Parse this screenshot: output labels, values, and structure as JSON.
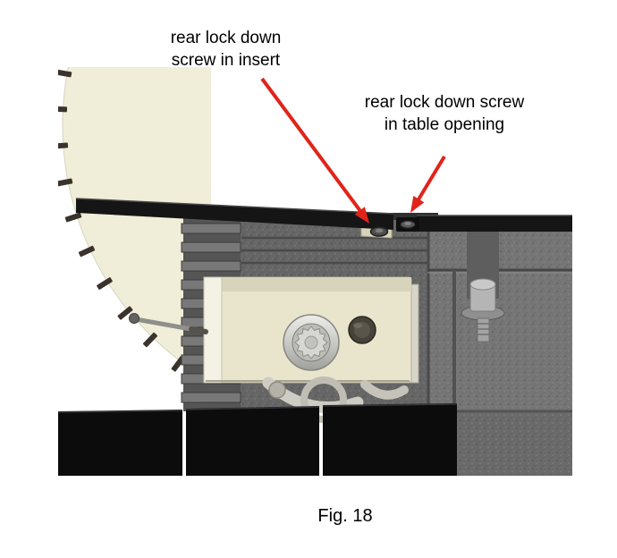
{
  "figure": {
    "caption": "Fig. 18"
  },
  "annotations": {
    "insert_screw_label": {
      "line1": "rear lock down",
      "line2": "screw in insert"
    },
    "table_opening_screw_label": {
      "line1": "rear lock down screw",
      "line2": "in table opening"
    }
  },
  "colors": {
    "arrow": "#e0241a",
    "blade": "#f0edd8",
    "blade_teeth": "#39332b",
    "casting": "#666666",
    "casting_right": "#757575",
    "table_top": "#151515",
    "panel": "#0c0c0c",
    "block": "#e9e5cd",
    "background": "#ffffff"
  }
}
